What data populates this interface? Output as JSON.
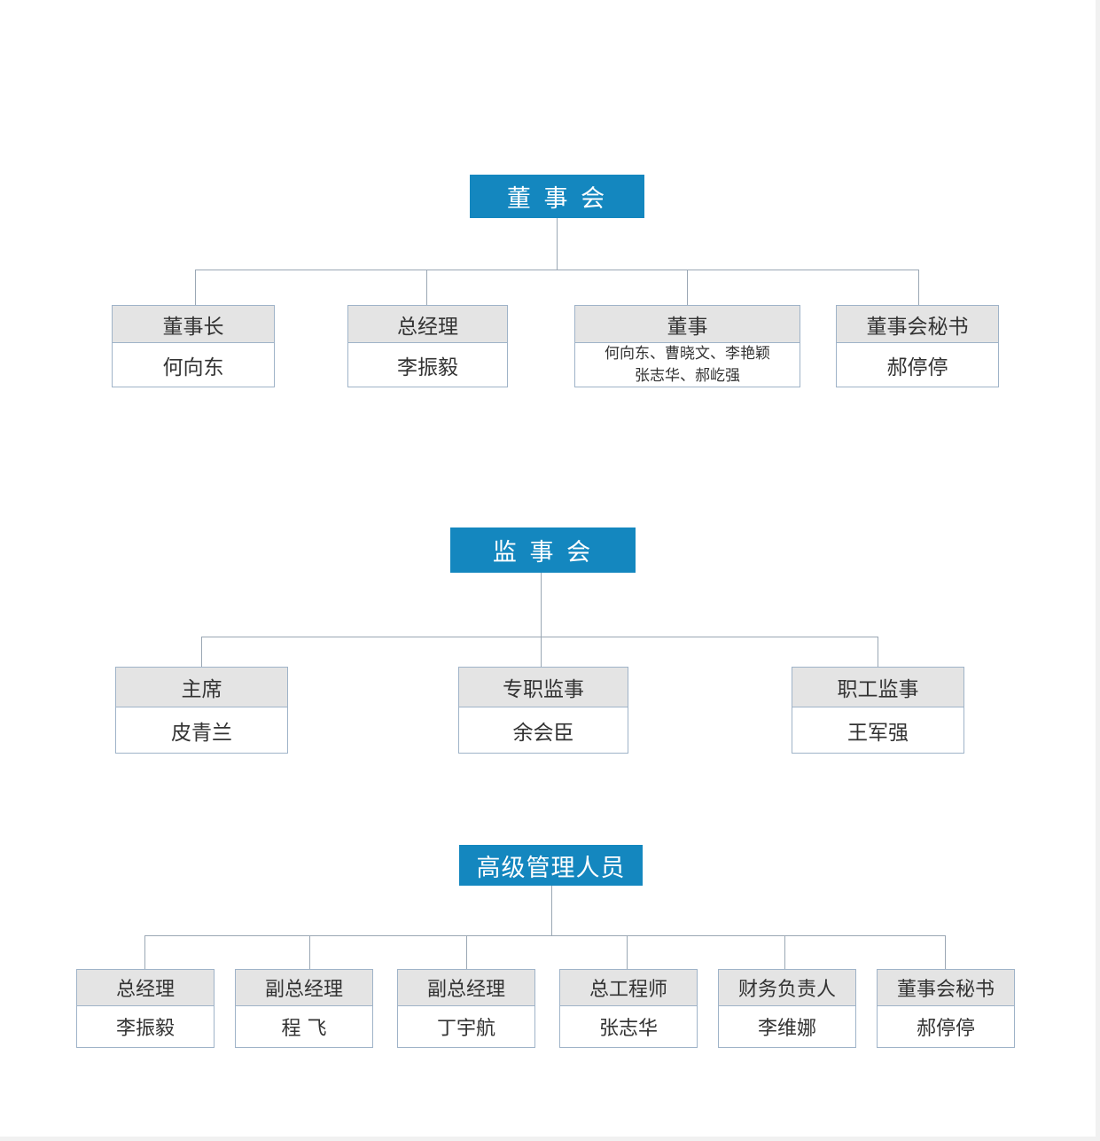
{
  "colors": {
    "accent": "#1487bf",
    "header_gray": "#e4e4e4",
    "line": "#9aa7b4"
  },
  "board": {
    "title": "董 事 会",
    "members": [
      {
        "role": "董事长",
        "name": "何向东"
      },
      {
        "role": "总经理",
        "name": "李振毅"
      },
      {
        "role": "董事",
        "names_line1": "何向东、曹晓文、李艳颖",
        "names_line2": "张志华、郝屹强"
      },
      {
        "role": "董事会秘书",
        "name": "郝停停"
      }
    ]
  },
  "supervisory": {
    "title": "监 事 会",
    "members": [
      {
        "role": "主席",
        "name": "皮青兰"
      },
      {
        "role": "专职监事",
        "name": "余会臣"
      },
      {
        "role": "职工监事",
        "name": "王军强"
      }
    ]
  },
  "management": {
    "title": "高级管理人员",
    "members": [
      {
        "role": "总经理",
        "name": "李振毅"
      },
      {
        "role": "副总经理",
        "name": "程 飞"
      },
      {
        "role": "副总经理",
        "name": "丁宇航"
      },
      {
        "role": "总工程师",
        "name": "张志华"
      },
      {
        "role": "财务负责人",
        "name": "李维娜"
      },
      {
        "role": "董事会秘书",
        "name": "郝停停"
      }
    ]
  }
}
